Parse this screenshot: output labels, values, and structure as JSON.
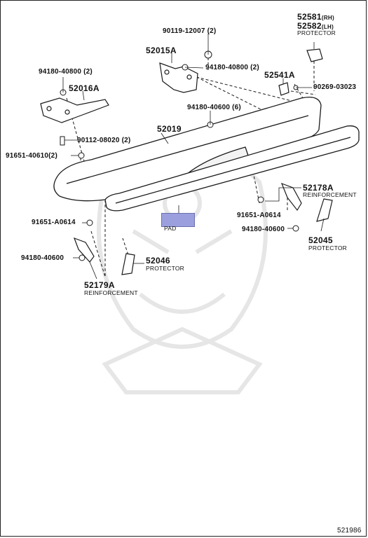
{
  "labels": {
    "p90119": "90119-12007",
    "p90119_qty": "(2)",
    "p52581": "52581",
    "p52581_side": "(RH)",
    "p52582": "52582",
    "p52582_side": "(LH)",
    "protector_top": "PROTECTOR",
    "p52015A": "52015A",
    "p94180_40800_a": "94180-40800",
    "p94180_40800_a_qty": "(2)",
    "p94180_40800_b": "94180-40800",
    "p94180_40800_b_qty": "(2)",
    "p52016A": "52016A",
    "p52541A": "52541A",
    "p90269": "90269-03023",
    "p94180_40600_a": "94180-40600",
    "p94180_40600_a_qty": "(6)",
    "p52019": "52019",
    "p90112": "90112-08020",
    "p90112_qty": "(2)",
    "p91651_40610": "91651-40610",
    "p91651_40610_qty": "(2)",
    "p52178A": "52178A",
    "reinforcement_right": "REINFORCEMENT",
    "p91651_A0614_r": "91651-A0614",
    "p91651_A0614_l": "91651-A0614",
    "p94180_40600_r": "94180-40600",
    "p52045": "52045",
    "protector_right": "PROTECTOR",
    "pad": "PAD",
    "p94180_40600_l": "94180-40600",
    "p52046": "52046",
    "protector_left": "PROTECTOR",
    "p52179A": "52179A",
    "reinforcement_left": "REINFORCEMENT",
    "figure_number": "521986"
  },
  "colors": {
    "line": "#1a1a1a",
    "highlight_pad": "#9b9fdd",
    "watermark": "#e6e6e6"
  }
}
